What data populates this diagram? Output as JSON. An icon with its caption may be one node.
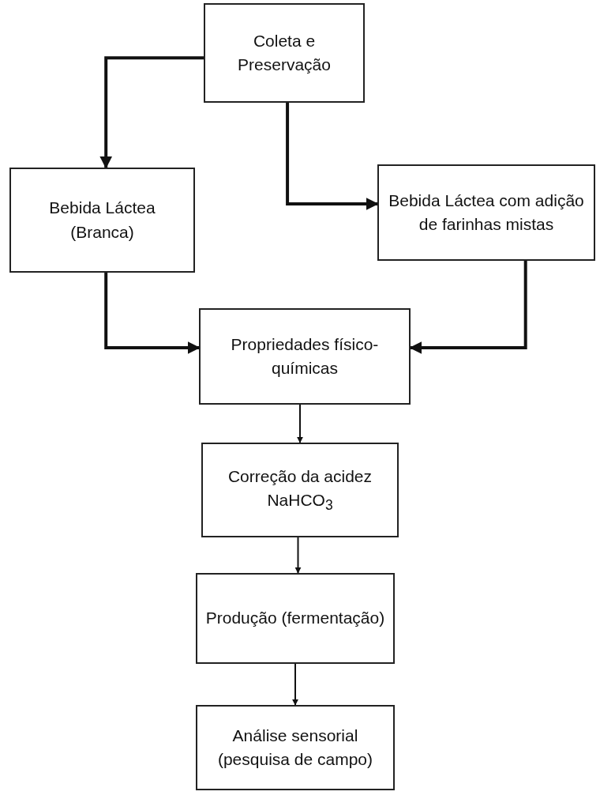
{
  "diagram": {
    "nodes": [
      {
        "text": [
          "Coleta e Preservação"
        ]
      },
      {
        "text": [
          "Bebida Láctea (Branca)"
        ]
      },
      {
        "text": [
          "Bebida Láctea com adição de farinhas mistas"
        ]
      },
      {
        "text": [
          "Propriedades físico-químicas"
        ]
      },
      {
        "text": [
          "Correção da acidez NaHCO$_{3}$"
        ]
      },
      {
        "text": [
          "Produção (fermentação)"
        ]
      },
      {
        "text": [
          "Análise sensorial (pesquisa de campo)"
        ]
      }
    ],
    "edges": [
      {
        "from": 0,
        "to": 1,
        "arrow": "to"
      },
      {
        "from": 0,
        "to": 2,
        "arrow": "to"
      },
      {
        "from": 1,
        "to": 3,
        "arrow": "to"
      },
      {
        "from": 2,
        "to": 3,
        "arrow": "to"
      },
      {
        "from": 3,
        "to": 4,
        "arrow": "to"
      },
      {
        "from": 4,
        "to": 5,
        "arrow": "to"
      },
      {
        "from": 5,
        "to": 6,
        "arrow": "to"
      }
    ]
  }
}
